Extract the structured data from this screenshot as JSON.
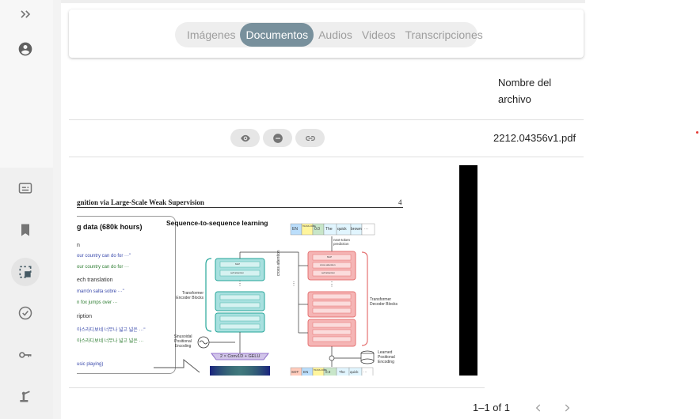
{
  "tabs": [
    "Imágenes",
    "Documentos",
    "Audios",
    "Videos",
    "Transcripciones"
  ],
  "active_tab": "Documentos",
  "table": {
    "header_filename": "Nombre del archivo",
    "rows": [
      {
        "filename": "2212.04356v1.pdf"
      }
    ]
  },
  "pagination": {
    "label": "1–1 of 1"
  },
  "preview": {
    "running_head": "gnition via Large-Scale Weak Supervision",
    "page_number": "4",
    "left_title": "g data (680k hours)",
    "left_lines": [
      "n",
      "our country can do for ···\"",
      "our country can do for ···",
      "ech translation",
      "marrón salta sobre ···\"",
      "n fox jumps over ···",
      "ription",
      "아스라디보네 너무나 넓고 넓은 ···\"",
      "아스라디보네 너무나 넓고 넓은 ···",
      "usic playing)"
    ],
    "seq_title": "Sequence-to-sequence learning",
    "encoder_label": "Transformer Encoder Blocks",
    "decoder_label": "Transformer Decoder Blocks",
    "sinusoidal_label": "Sinusoidal Positional Encoding",
    "conv_label": "2 × Conv1D + GELU",
    "cross_attention": "cross attention",
    "learned_label": "Learned Positional Encoding",
    "next_token": "next-token prediction",
    "top_tokens": [
      "EN",
      "TRANS-CRIBE",
      "0.0",
      "The",
      "quick",
      "brown",
      "···"
    ],
    "bottom_tokens": [
      "SOT",
      "EN",
      "TRANS-CRIBE",
      "0.0",
      "The",
      "quick",
      "···"
    ],
    "mlp": "MLP",
    "self_attention": "self attention",
    "cross_attention_block": "cross attention"
  },
  "colors": {
    "active_tab": "#78909c",
    "encoder": "#a8e0df",
    "decoder": "#f5b5b5"
  }
}
